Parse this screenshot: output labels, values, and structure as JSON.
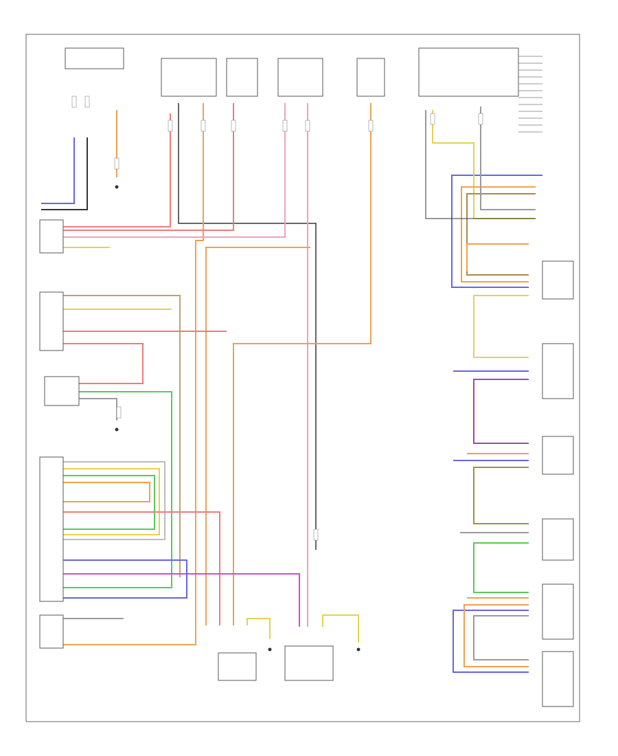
{
  "diagram": {
    "corner_note": "",
    "page_marker": "",
    "colors": {
      "red": "#f07a7a",
      "pink": "#f2a0b4",
      "orange": "#f0a050",
      "yellow": "#e6d050",
      "blue": "#6464e6",
      "green": "#5ac85a",
      "magenta": "#d24ad2",
      "purple": "#9a4aa8",
      "brown": "#a88a4a",
      "gray": "#9a9a9a",
      "black": "#333333",
      "lightgray": "#cfcfcf"
    },
    "components": [
      {
        "id": "top-fuse-box-left",
        "label": ""
      },
      {
        "id": "top-fuse-1",
        "label": ""
      },
      {
        "id": "top-fuse-2",
        "label": ""
      },
      {
        "id": "top-fuse-3",
        "label": ""
      },
      {
        "id": "top-fuse-4",
        "label": ""
      },
      {
        "id": "top-relay-right",
        "label": ""
      },
      {
        "id": "left-control-module-1",
        "label": ""
      },
      {
        "id": "left-switch",
        "label": ""
      },
      {
        "id": "left-sensor",
        "label": ""
      },
      {
        "id": "left-main-control-unit",
        "label": ""
      },
      {
        "id": "left-bottom-motor",
        "label": ""
      },
      {
        "id": "bottom-module-1",
        "label": ""
      },
      {
        "id": "bottom-module-2",
        "label": ""
      },
      {
        "id": "right-actuator-1",
        "label": ""
      },
      {
        "id": "right-actuator-2",
        "label": ""
      },
      {
        "id": "right-actuator-3",
        "label": ""
      },
      {
        "id": "right-actuator-4",
        "label": ""
      },
      {
        "id": "right-actuator-5",
        "label": ""
      },
      {
        "id": "right-actuator-6",
        "label": ""
      }
    ]
  }
}
